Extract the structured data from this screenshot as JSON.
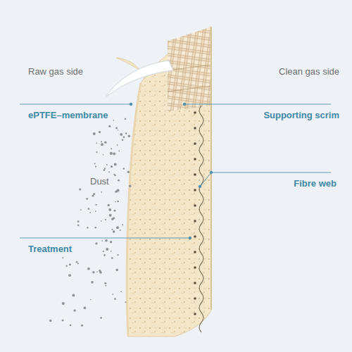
{
  "diagram": {
    "labels": [
      "Raw gas side",
      "Clean gas side",
      "ePTFE–membrane",
      "Supporting scrim",
      "Dust",
      "Fibre web",
      "Treatment"
    ]
  }
}
